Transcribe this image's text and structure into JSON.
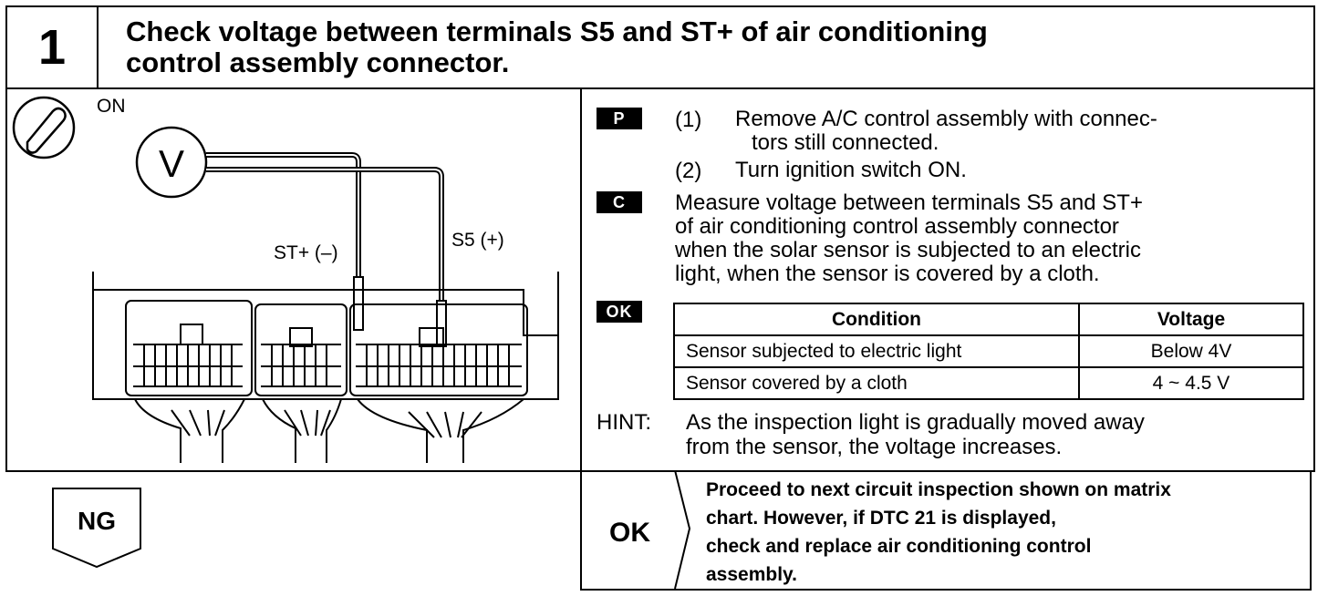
{
  "step": {
    "number": "1",
    "title_line1": "Check voltage between terminals S5 and ST+ of air conditioning",
    "title_line2": "control assembly connector."
  },
  "diagram": {
    "ignition_label": "ON",
    "meter_label": "V",
    "probe_neg_label": "ST+ (–)",
    "probe_pos_label": "S5 (+)"
  },
  "procedure": {
    "badge": "P",
    "steps": [
      {
        "num": "(1)",
        "line1": "Remove A/C control assembly with connec-",
        "line2": "tors still connected."
      },
      {
        "num": "(2)",
        "line1": "Turn ignition switch ON."
      }
    ]
  },
  "check": {
    "badge": "C",
    "lines": [
      "Measure voltage between terminals S5 and ST+",
      "of air conditioning control assembly connector",
      "when the solar sensor is subjected to an electric",
      "light, when the sensor is covered by a cloth."
    ]
  },
  "ok_spec": {
    "badge": "OK",
    "headers": [
      "Condition",
      "Voltage"
    ],
    "rows": [
      [
        "Sensor subjected to electric light",
        "Below 4V"
      ],
      [
        "Sensor covered by a cloth",
        "4 ~ 4.5 V"
      ]
    ]
  },
  "hint": {
    "label": "HINT:",
    "line1": "As the inspection light is gradually moved away",
    "line2": "from the sensor, the voltage increases."
  },
  "result_ng": {
    "label": "NG"
  },
  "result_ok": {
    "label": "OK",
    "lines": [
      "Proceed to next circuit inspection shown on matrix",
      "chart.  However,  if DTC 21 is displayed,",
      "check and replace air conditioning control",
      "assembly."
    ]
  }
}
